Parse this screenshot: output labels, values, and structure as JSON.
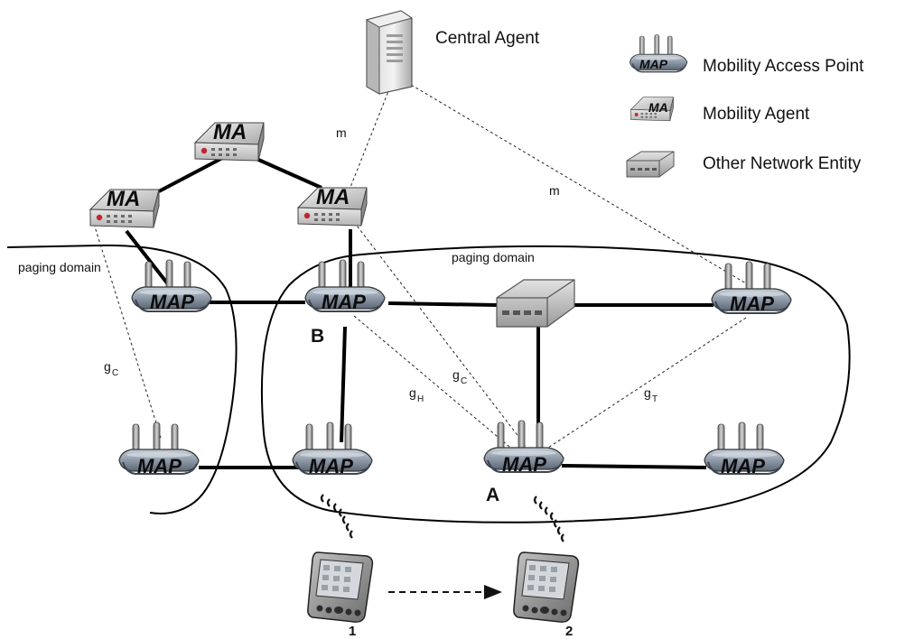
{
  "legend": {
    "map_label": "Mobility Access Point",
    "ma_label": "Mobility Agent",
    "other_label": "Other Network Entity"
  },
  "central_agent_label": "Central Agent",
  "paging_domain_left": "paging domain",
  "paging_domain_right": "paging domain",
  "icon_text": {
    "map": "MAP",
    "ma": "MA"
  },
  "link_labels": {
    "m_left": "m",
    "m_right": "m",
    "gc_left": "g",
    "gc_left_sub": "C",
    "gc_mid": "g",
    "gc_mid_sub": "C",
    "gh": "g",
    "gh_sub": "H",
    "gt": "g",
    "gt_sub": "T"
  },
  "node_labels": {
    "b": "B",
    "a": "A",
    "device1": "1",
    "device2": "2"
  },
  "icons": {
    "map": "wireless-access-point-icon",
    "ma": "mobility-agent-router-icon",
    "other": "network-switch-icon",
    "central": "server-tower-icon",
    "device": "pda-handheld-icon"
  },
  "colors": {
    "device_body": "#9a9a9a",
    "map_body": "#8e9aa8",
    "link": "#000000"
  }
}
